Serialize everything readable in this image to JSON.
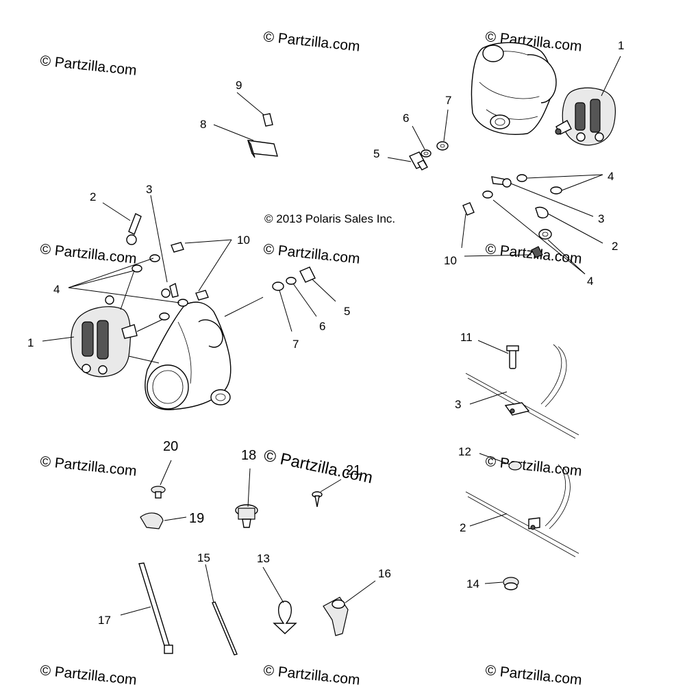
{
  "copyright": "© 2013 Polaris Sales Inc.",
  "watermark_text": "© Partzilla.com",
  "watermark_overlay": "© Partzilla.com",
  "callouts": {
    "c1_top": "1",
    "c7_top": "7",
    "c6_top": "6",
    "c5_top": "5",
    "c9": "9",
    "c8": "8",
    "c4_top": "4",
    "c3_top": "3",
    "c2_top": "2",
    "c10_top": "10",
    "c4_top_low": "4",
    "c2_left": "2",
    "c3_left": "3",
    "c10_left": "10",
    "c4_left": "4",
    "c1_left": "1",
    "c5_mid": "5",
    "c6_mid": "6",
    "c7_mid": "7",
    "c11": "11",
    "c3_line": "3",
    "c12": "12",
    "c2_line": "2",
    "c14": "14",
    "c20": "20",
    "c19": "19",
    "c18": "18",
    "c21": "21",
    "c15": "15",
    "c13": "13",
    "c16": "16",
    "c17": "17"
  },
  "colors": {
    "line": "#000000",
    "watermark": "#d8d8d8"
  }
}
